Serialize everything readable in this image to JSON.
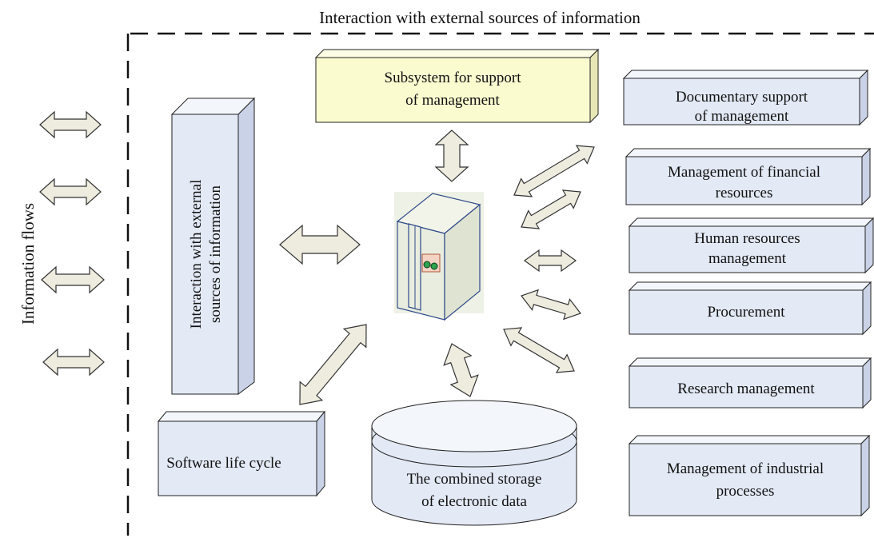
{
  "header": {
    "title": "Interaction with external sources of information"
  },
  "left_axis": {
    "label": "Information flows"
  },
  "boxes": {
    "external_interaction": {
      "line1": "Interaction with external",
      "line2": "sources of information"
    },
    "support_subsystem": {
      "line1": "Subsystem for support",
      "line2": "of management"
    },
    "software_lifecycle": {
      "line1": "Software life cycle"
    },
    "storage": {
      "line1": "The combined storage",
      "line2": "of electronic data"
    }
  },
  "modules": [
    {
      "line1": "Documentary support",
      "line2": "of management"
    },
    {
      "line1": "Management of financial",
      "line2": "resources"
    },
    {
      "line1": "Human resources",
      "line2": "management"
    },
    {
      "line1": "Procurement",
      "line2": ""
    },
    {
      "line1": "Research management",
      "line2": ""
    },
    {
      "line1": "Management of industrial",
      "line2": "processes"
    }
  ],
  "colors": {
    "box_fill": "#e3e9f5",
    "box_top": "#f3f6fb",
    "box_side": "#c9d2e6",
    "support_fill": "#fbfbd0",
    "arrow_fill": "#eeebdf",
    "arrow_stroke": "#333333",
    "server_body": "#e9eddf",
    "server_edge": "#2f4a8a"
  }
}
